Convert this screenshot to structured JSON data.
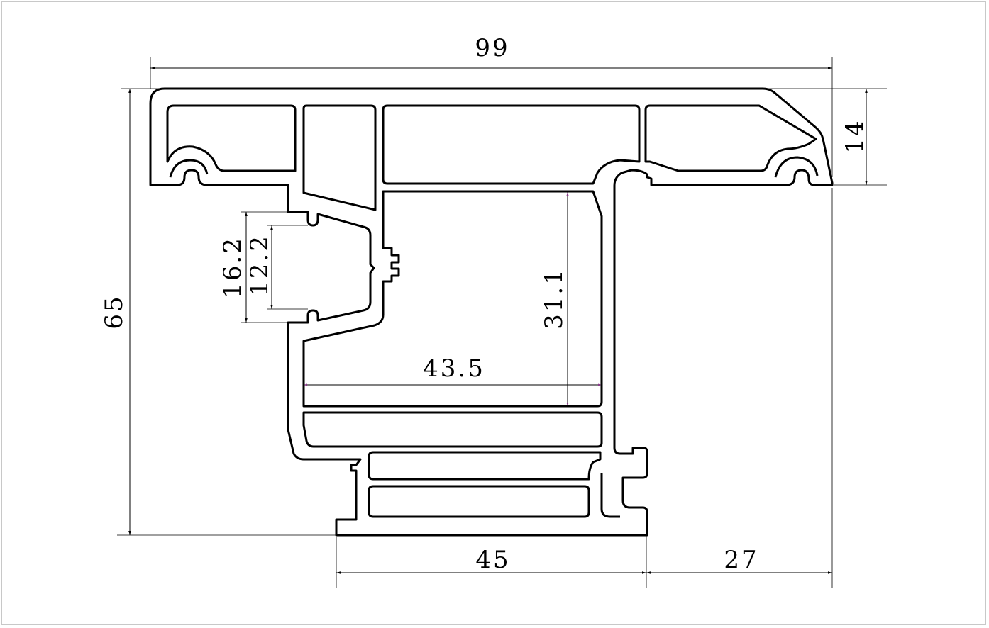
{
  "drawing": {
    "dimensions": {
      "overall_width": "99",
      "overall_height": "65",
      "top_flange_height": "14",
      "slot_outer": "16.2",
      "slot_inner": "12.2",
      "chamber_height": "31.1",
      "chamber_width": "43.5",
      "base_width": "45",
      "offset_width": "27"
    },
    "colors": {
      "line": "#000000",
      "background": "#ffffff",
      "frame": "#c8c8c8",
      "arrow_accent": "#8b3a8b"
    }
  }
}
